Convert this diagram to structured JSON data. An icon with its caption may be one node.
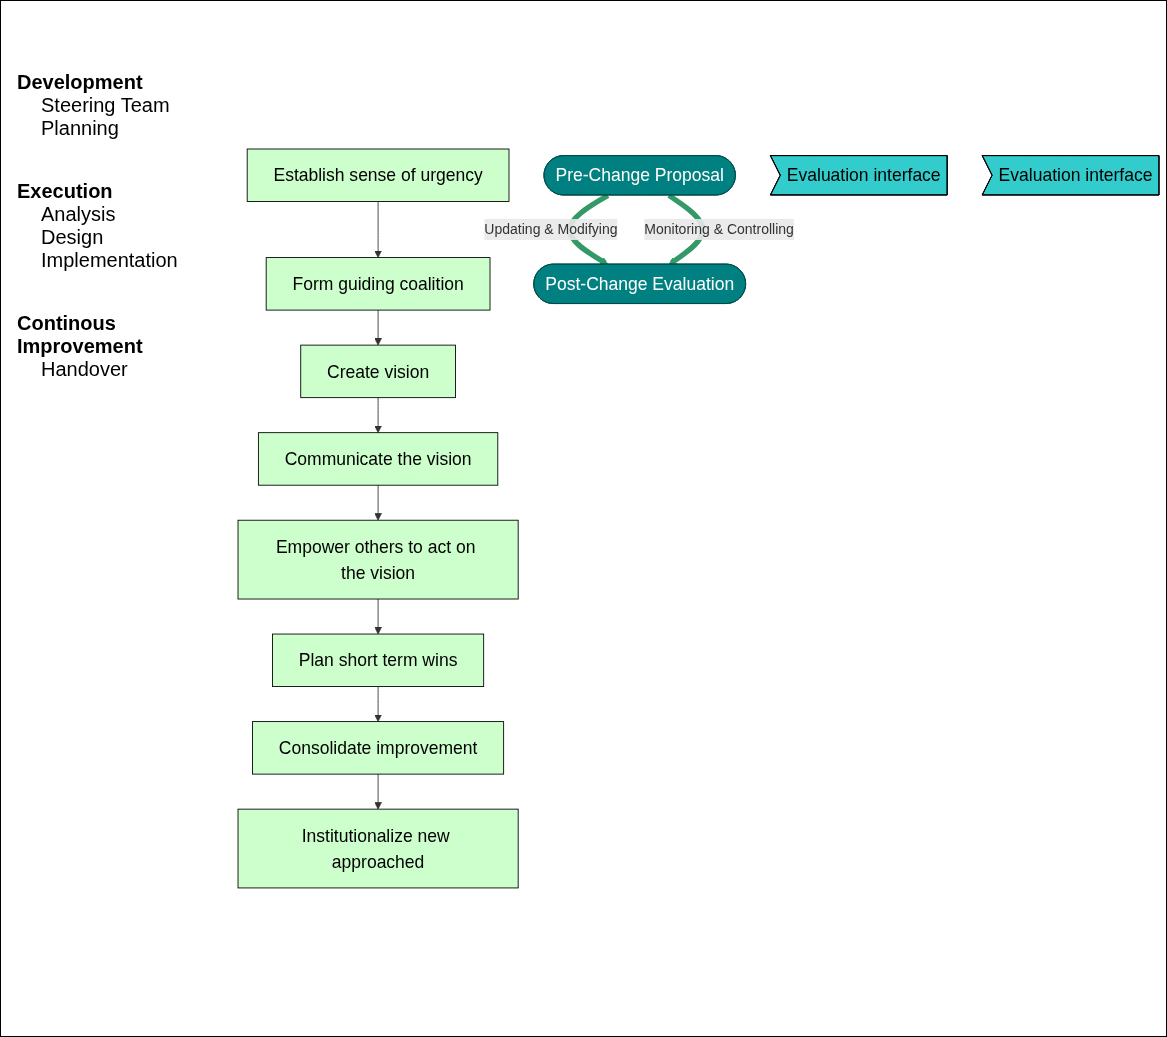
{
  "diagram": {
    "nodes": [
      {
        "text": [
          "Pre-Change Proposal"
        ]
      },
      {
        "text": [
          "Establish sense of urgency"
        ]
      },
      {
        "text": [
          "Form guiding coalition"
        ]
      },
      {
        "text": [
          "Evaluation interface"
        ]
      },
      {
        "text": [
          "Create vision"
        ]
      },
      {
        "text": [
          "Communicate the vision"
        ]
      },
      {
        "text": [
          "Empower others to act on the vision"
        ]
      },
      {
        "text": [
          "Evaluation interface"
        ]
      },
      {
        "text": [
          "Plan short term wins"
        ]
      },
      {
        "text": [
          "Consolidate improvement"
        ]
      },
      {
        "text": [
          "Post-Change Evaluation"
        ]
      },
      {
        "text": [
          "Institutionalize new approached"
        ]
      }
    ],
    "edges": [
      {
        "from": 1,
        "to": 2,
        "arrow": "to"
      },
      {
        "from": 2,
        "to": 4,
        "arrow": "to"
      },
      {
        "from": 4,
        "to": 5,
        "arrow": "to"
      },
      {
        "from": 5,
        "to": 6,
        "arrow": "to"
      },
      {
        "from": 6,
        "to": 8,
        "arrow": "to"
      },
      {
        "from": 8,
        "to": 9,
        "arrow": "to"
      },
      {
        "from": 9,
        "to": 11,
        "arrow": "to"
      },
      {
        "from": 0,
        "to": 10,
        "arrow": "to",
        "label": "Updating & Modifying",
        "style": "thick",
        "color": "#339966"
      },
      {
        "from": 0,
        "to": 10,
        "arrow": "to",
        "label": "Monitoring & Controlling",
        "style": "thick",
        "color": "#339966"
      }
    ],
    "labels": [
      "Development",
      "Steering Team",
      "Planning",
      "Execution",
      "Analysis",
      "Design",
      "Implementation",
      "Continous Improvement",
      "Handover"
    ]
  }
}
